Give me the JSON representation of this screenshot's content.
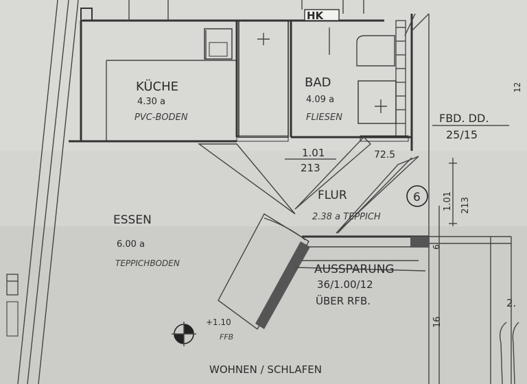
{
  "rooms": {
    "kueche": {
      "name": "KÜCHE",
      "area": "4.30 a",
      "floor": "PVC-BODEN"
    },
    "bad": {
      "name": "BAD",
      "area": "4.09 a",
      "floor": "FLIESEN"
    },
    "flur": {
      "name": "FLUR",
      "area_floor": "2.38 a TEPPICH"
    },
    "essen": {
      "name": "ESSEN",
      "area": "6.00 a",
      "floor": "TEPPICHBODEN"
    },
    "wohnen": {
      "name": "WOHNEN / SCHLAFEN"
    }
  },
  "labels": {
    "hk": "HK",
    "fbd_dd": "FBD. DD.",
    "fbd_dim": "25/15",
    "door_w": "1.01",
    "door_h": "213",
    "door2_w": "1.01",
    "door2_h": "213",
    "dim_725": "72.5",
    "dim_16": "16",
    "dim_6": "6",
    "dim_12": "12",
    "dim_2": "2.",
    "room_number": "6",
    "aussparung": "AUSSPARUNG",
    "aussparung_dim": "36/1.00/12",
    "ueber_rfb": "ÜBER RFB.",
    "level": "+1.10",
    "level_ref": "FFB"
  },
  "colors": {
    "paper": "#d4d4d0",
    "ink": "#2a2a2a",
    "wall_fill": "#555555"
  }
}
